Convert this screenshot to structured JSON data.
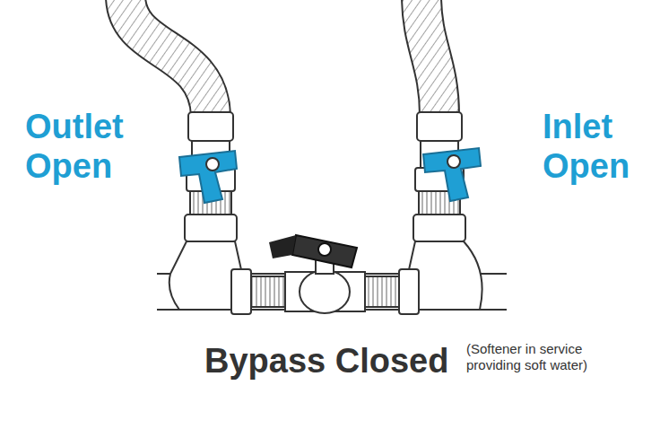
{
  "diagram": {
    "labels": [
      "Outlet Open",
      "Inlet Open",
      "Bypass Closed",
      "(Softener in service providing soft water)"
    ]
  }
}
